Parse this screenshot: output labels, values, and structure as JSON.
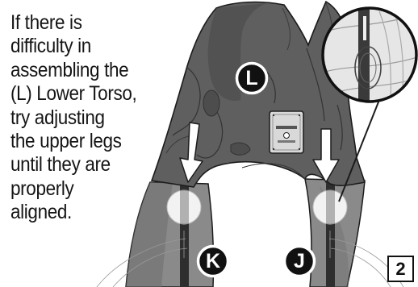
{
  "instruction": {
    "lines": [
      "If there is",
      "difficulty in",
      "assembling the",
      "(L) Lower Torso,",
      "try adjusting",
      "the upper legs",
      "until they are",
      "properly",
      "aligned."
    ]
  },
  "labels": {
    "lower_torso": "L",
    "left_leg": "K",
    "right_leg": "J"
  },
  "step_number": "2",
  "colors": {
    "torso": "#5f5f5f",
    "torso_dark": "#4a4a4a",
    "leg": "#8a8a8a",
    "leg_shadow": "#6e6e6e",
    "strut": "#2e2e2e",
    "label_bg": "#111111",
    "outline": "#1c1c1c",
    "arrow": "#ffffff"
  },
  "icons": [
    "down-arrow-icon",
    "magnifier-callout-icon"
  ]
}
